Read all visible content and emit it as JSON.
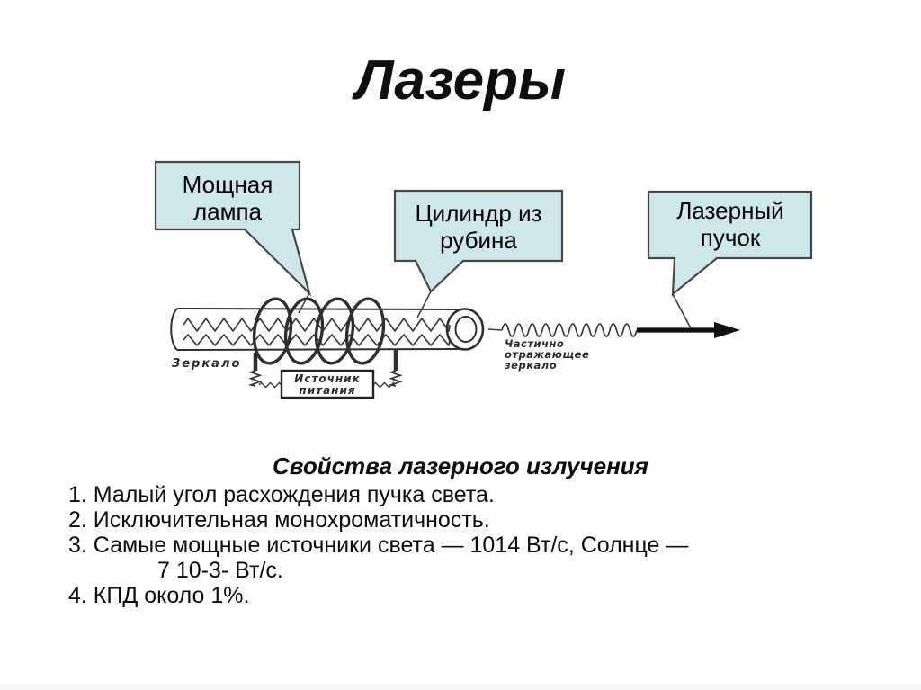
{
  "slide": {
    "title": "Лазеры"
  },
  "callouts": {
    "lamp": {
      "lines": [
        "Мощная",
        "лампа"
      ]
    },
    "ruby": {
      "lines": [
        "Цилиндр из",
        "рубина"
      ]
    },
    "beam": {
      "lines": [
        "Лазерный",
        "пучок"
      ]
    }
  },
  "diagram": {
    "mirror_label": "Зеркало",
    "power_source": {
      "lines": [
        "Источник",
        "питания"
      ]
    },
    "partial_mirror": {
      "lines": [
        "Частично",
        "отражающее",
        "зеркало"
      ]
    }
  },
  "properties": {
    "heading": "Свойства лазерного излучения",
    "lines": [
      "1. Малый угол расхождения пучка света.",
      "2. Исключительная монохроматичность.",
      "3. Самые мощные источники света — 1014 Вт/с, Солнце —",
      "7 10-3- Вт/с.",
      "4. КПД около 1%."
    ]
  },
  "colors": {
    "callout_fill": "#cde7ea",
    "callout_border": "#474747",
    "ink": "#0f0f0f",
    "scan_ink": "#2f2f2f"
  }
}
